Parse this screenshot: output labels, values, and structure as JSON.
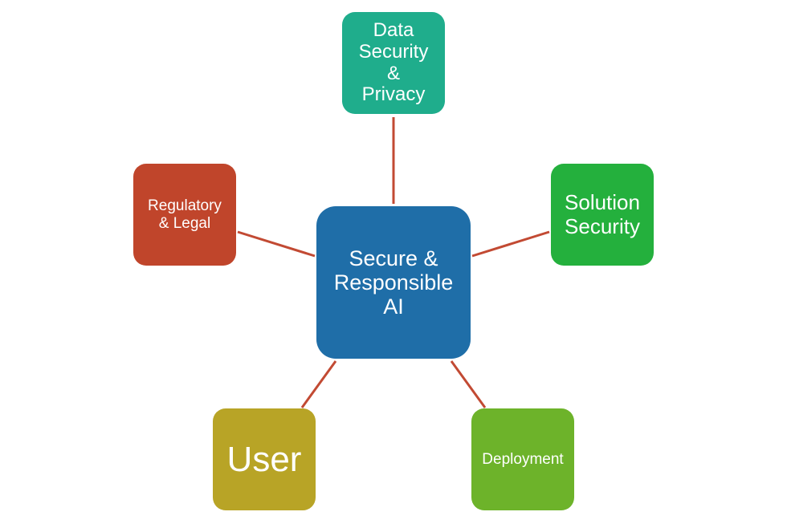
{
  "diagram": {
    "center": {
      "label": "Secure &\nResponsible\nAI",
      "color": "#1f6ea8"
    },
    "nodes": [
      {
        "id": "data-privacy",
        "label": "Data\nSecurity\n&\nPrivacy",
        "color": "#1fad8c"
      },
      {
        "id": "solution-security",
        "label": "Solution\nSecurity",
        "color": "#24b03d"
      },
      {
        "id": "deployment",
        "label": "Deployment",
        "color": "#6db32a"
      },
      {
        "id": "user",
        "label": "User",
        "color": "#b8a426"
      },
      {
        "id": "regulatory",
        "label": "Regulatory\n& Legal",
        "color": "#c0452b"
      }
    ],
    "connector_color": "#c24a33"
  }
}
